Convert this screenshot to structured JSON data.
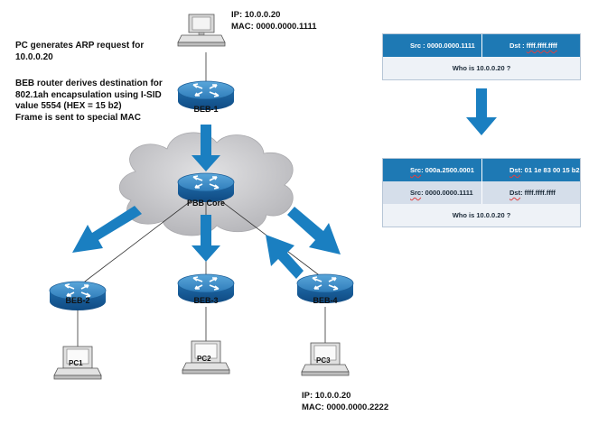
{
  "notes": {
    "pc_generates_1": "PC generates ARP request for",
    "pc_generates_2": "10.0.0.20",
    "beb_1": "BEB router derives destination for",
    "beb_2": "802.1ah encapsulation using I-SID",
    "beb_3": "value 5554 (HEX = 15 b2)",
    "beb_4": "Frame is sent to special MAC"
  },
  "top_pc": {
    "ip": "IP: 10.0.0.20",
    "mac": "MAC: 0000.0000.1111"
  },
  "routers": {
    "beb1": "BEB-1",
    "core": "PBB Core",
    "beb2": "BEB-2",
    "beb3": "BEB-3",
    "beb4": "BEB-4"
  },
  "pcs": {
    "pc1": "PC1",
    "pc2": "PC2",
    "pc3": "PC3"
  },
  "bottom_pc": {
    "ip": "IP: 10.0.0.20",
    "mac": "MAC: 0000.0000.2222"
  },
  "frame_top": {
    "src_prefix": "Src : ",
    "src_value": "0000.0000.1111",
    "dst_prefix": "Dst : ",
    "dst_value": "ffff.ffff.ffff",
    "payload": "Who is 10.0.0.20 ?"
  },
  "frame_bottom": {
    "outer_src_prefix": "Src",
    "outer_src_value": " : 000a.2500.0001",
    "outer_dst_prefix": "Dst",
    "outer_dst_value": " : 01 1e 83 00 15 b2",
    "inner_src_prefix": "Src",
    "inner_src_value": ": 0000.0000.1111",
    "inner_dst_prefix": "Dst",
    "inner_dst_value": ": ffff.ffff.ffff",
    "payload": "Who is 10.0.0.20 ?"
  },
  "colors": {
    "arrow": "#1a7fc1",
    "router_top": "#3f8fc7",
    "router_side": "#17599a",
    "cloud": "#c9c9cc",
    "frame_header": "#1e79b4",
    "frame_sub": "#d5deea",
    "frame_payload": "#eef2f7"
  }
}
